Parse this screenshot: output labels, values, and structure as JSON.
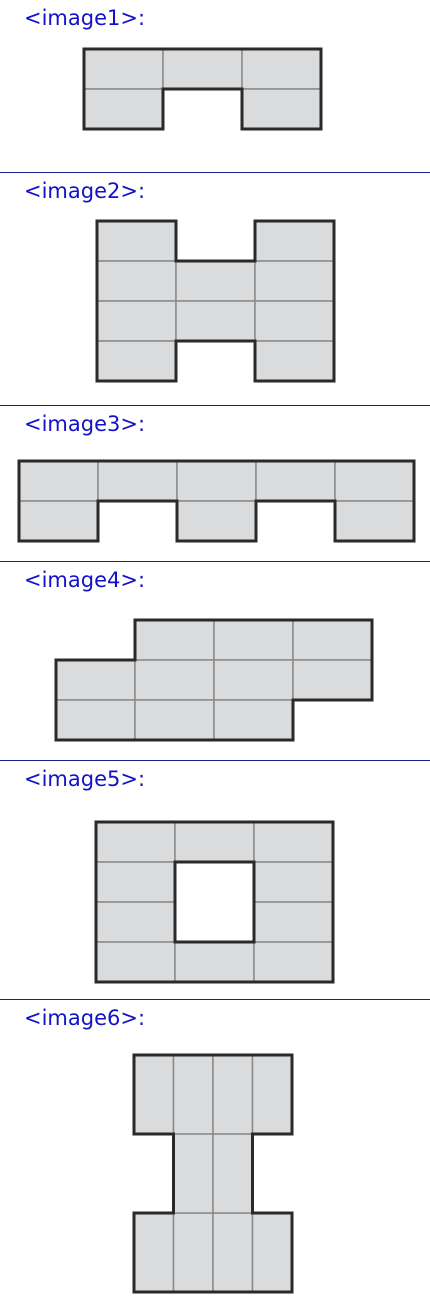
{
  "panels": [
    {
      "label": "<image1>:",
      "cols": 3,
      "rows": 2,
      "cells": [
        [
          0,
          0
        ],
        [
          1,
          0
        ],
        [
          2,
          0
        ],
        [
          0,
          1
        ],
        [
          2,
          1
        ]
      ],
      "split": "none"
    },
    {
      "label": "<image2>:",
      "cols": 3,
      "rows": 4,
      "cells": [
        [
          0,
          0
        ],
        [
          2,
          0
        ],
        [
          0,
          1
        ],
        [
          1,
          1
        ],
        [
          2,
          1
        ],
        [
          0,
          2
        ],
        [
          1,
          2
        ],
        [
          2,
          2
        ],
        [
          0,
          3
        ],
        [
          2,
          3
        ]
      ],
      "split": "none"
    },
    {
      "label": "<image3>:",
      "cols": 5,
      "rows": 2,
      "cells": [
        [
          0,
          0
        ],
        [
          1,
          0
        ],
        [
          2,
          0
        ],
        [
          3,
          0
        ],
        [
          4,
          0
        ],
        [
          0,
          1
        ],
        [
          2,
          1
        ],
        [
          4,
          1
        ]
      ],
      "split": "none"
    },
    {
      "label": "<image4>:",
      "cols": 4,
      "rows": 3,
      "cells": [
        [
          1,
          0
        ],
        [
          2,
          0
        ],
        [
          3,
          0
        ],
        [
          0,
          1
        ],
        [
          1,
          1
        ],
        [
          2,
          1
        ],
        [
          3,
          1
        ],
        [
          0,
          2
        ],
        [
          1,
          2
        ],
        [
          2,
          2
        ]
      ],
      "split": "none"
    },
    {
      "label": "<image5>:",
      "cols": 3,
      "rows": 4,
      "cells": [
        [
          0,
          0
        ],
        [
          1,
          0
        ],
        [
          2,
          0
        ],
        [
          0,
          1
        ],
        [
          2,
          1
        ],
        [
          0,
          2
        ],
        [
          2,
          2
        ],
        [
          0,
          3
        ],
        [
          1,
          3
        ],
        [
          2,
          3
        ]
      ],
      "split": "none"
    },
    {
      "label": "<image6>:",
      "cols": 2,
      "rows": 3,
      "cells": [
        [
          0,
          0
        ],
        [
          1,
          0
        ],
        [
          0,
          2
        ],
        [
          1,
          2
        ]
      ],
      "middle": [
        [
          0,
          1
        ],
        [
          1,
          1
        ]
      ],
      "split": "vertical"
    }
  ],
  "colors": {
    "cell_fill": "#d9dbdc",
    "inner_line": "#8a8a8a",
    "outline": "#2a2a2a",
    "label": "#1212c8",
    "divider": "#1e1e8a"
  }
}
